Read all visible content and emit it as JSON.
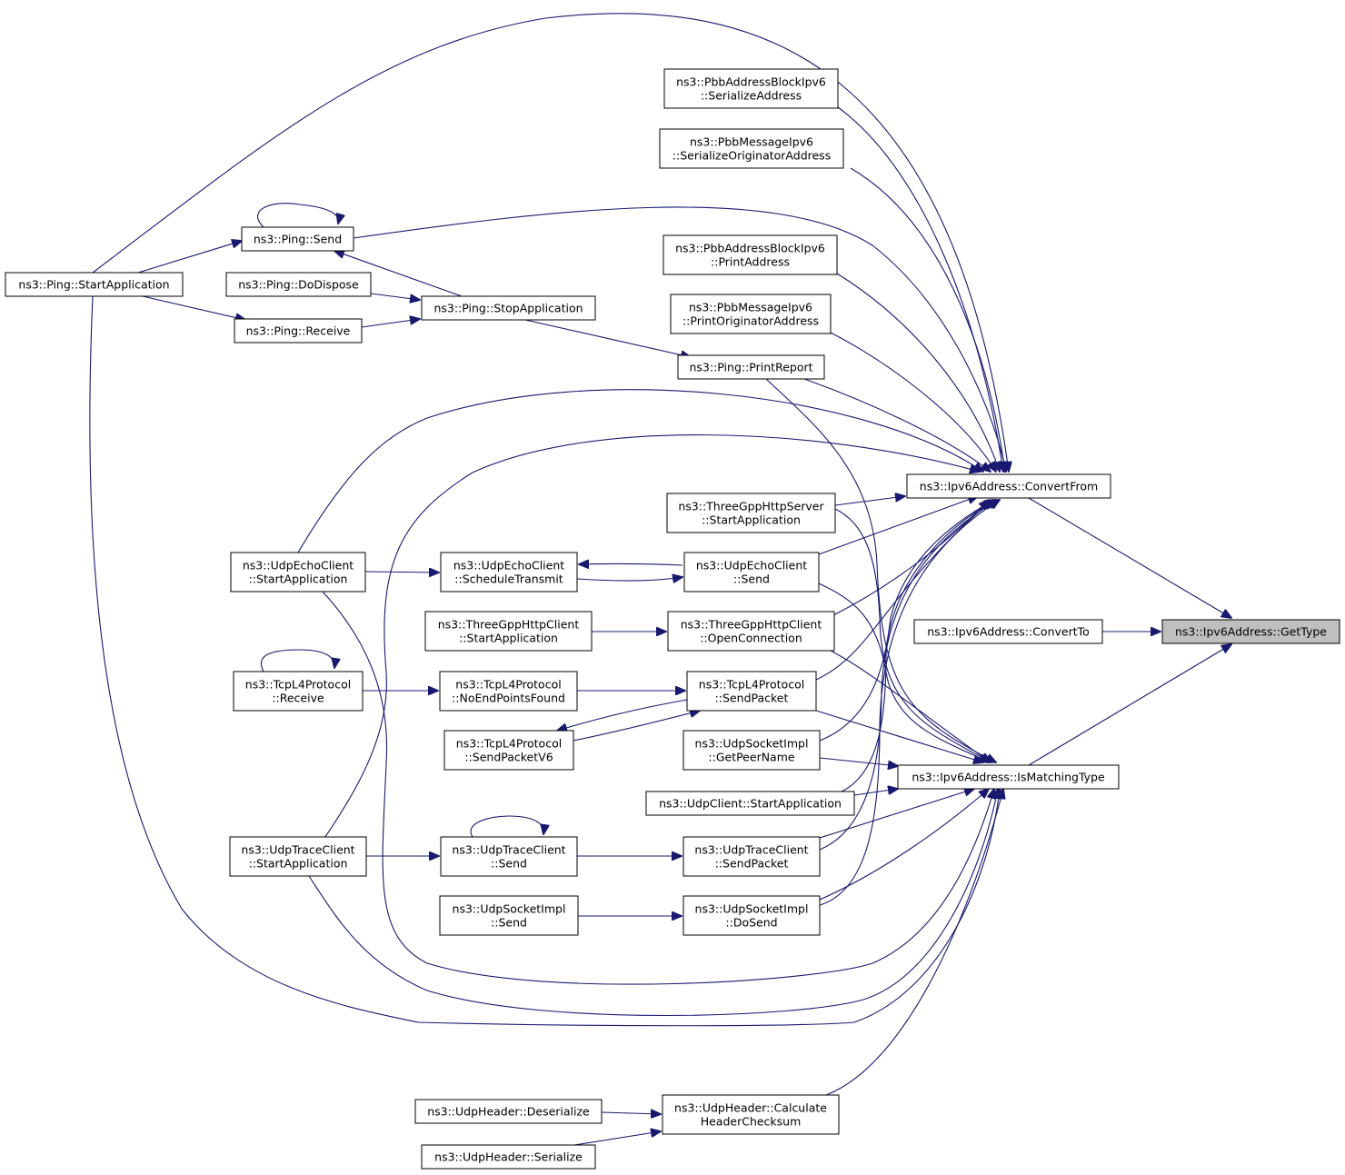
{
  "colors": {
    "edge": "#191970",
    "node_border": "#000000",
    "root_fill": "#bfbfbf",
    "node_fill": "#ffffff"
  },
  "nodes": {
    "gettype": {
      "lines": [
        "ns3::Ipv6Address::GetType"
      ]
    },
    "convertfrom": {
      "lines": [
        "ns3::Ipv6Address::ConvertFrom"
      ]
    },
    "convertto": {
      "lines": [
        "ns3::Ipv6Address::ConvertTo"
      ]
    },
    "ismatching": {
      "lines": [
        "ns3::Ipv6Address::IsMatchingType"
      ]
    },
    "pbbSerAddr": {
      "lines": [
        "ns3::PbbAddressBlockIpv6",
        "::SerializeAddress"
      ]
    },
    "pbbSerOrig": {
      "lines": [
        "ns3::PbbMessageIpv6",
        "::SerializeOriginatorAddress"
      ]
    },
    "pbbPrintAddr": {
      "lines": [
        "ns3::PbbAddressBlockIpv6",
        "::PrintAddress"
      ]
    },
    "pbbPrintOrig": {
      "lines": [
        "ns3::PbbMessageIpv6",
        "::PrintOriginatorAddress"
      ]
    },
    "pingSend": {
      "lines": [
        "ns3::Ping::Send"
      ]
    },
    "pingStart": {
      "lines": [
        "ns3::Ping::StartApplication"
      ]
    },
    "pingDispose": {
      "lines": [
        "ns3::Ping::DoDispose"
      ]
    },
    "pingStop": {
      "lines": [
        "ns3::Ping::StopApplication"
      ]
    },
    "pingReceive": {
      "lines": [
        "ns3::Ping::Receive"
      ]
    },
    "pingReport": {
      "lines": [
        "ns3::Ping::PrintReport"
      ]
    },
    "httpServer": {
      "lines": [
        "ns3::ThreeGppHttpServer",
        "::StartApplication"
      ]
    },
    "echoStart": {
      "lines": [
        "ns3::UdpEchoClient",
        "::StartApplication"
      ]
    },
    "echoSched": {
      "lines": [
        "ns3::UdpEchoClient",
        "::ScheduleTransmit"
      ]
    },
    "echoSend": {
      "lines": [
        "ns3::UdpEchoClient",
        "::Send"
      ]
    },
    "httpClient": {
      "lines": [
        "ns3::ThreeGppHttpClient",
        "::StartApplication"
      ]
    },
    "httpOpen": {
      "lines": [
        "ns3::ThreeGppHttpClient",
        "::OpenConnection"
      ]
    },
    "tcpReceive": {
      "lines": [
        "ns3::TcpL4Protocol",
        "::Receive"
      ]
    },
    "tcpNoEnd": {
      "lines": [
        "ns3::TcpL4Protocol",
        "::NoEndPointsFound"
      ]
    },
    "tcpSendPkt": {
      "lines": [
        "ns3::TcpL4Protocol",
        "::SendPacket"
      ]
    },
    "tcpSendV6": {
      "lines": [
        "ns3::TcpL4Protocol",
        "::SendPacketV6"
      ]
    },
    "udpPeer": {
      "lines": [
        "ns3::UdpSocketImpl",
        "::GetPeerName"
      ]
    },
    "udpClientStart": {
      "lines": [
        "ns3::UdpClient::StartApplication"
      ]
    },
    "traceStart": {
      "lines": [
        "ns3::UdpTraceClient",
        "::StartApplication"
      ]
    },
    "traceSend": {
      "lines": [
        "ns3::UdpTraceClient",
        "::Send"
      ]
    },
    "traceSendPkt": {
      "lines": [
        "ns3::UdpTraceClient",
        "::SendPacket"
      ]
    },
    "sockSend": {
      "lines": [
        "ns3::UdpSocketImpl",
        "::Send"
      ]
    },
    "sockDoSend": {
      "lines": [
        "ns3::UdpSocketImpl",
        "::DoSend"
      ]
    },
    "hdrDeser": {
      "lines": [
        "ns3::UdpHeader::Deserialize"
      ]
    },
    "hdrCalc": {
      "lines": [
        "ns3::UdpHeader::Calculate",
        "HeaderChecksum"
      ]
    },
    "hdrSer": {
      "lines": [
        "ns3::UdpHeader::Serialize"
      ]
    }
  }
}
